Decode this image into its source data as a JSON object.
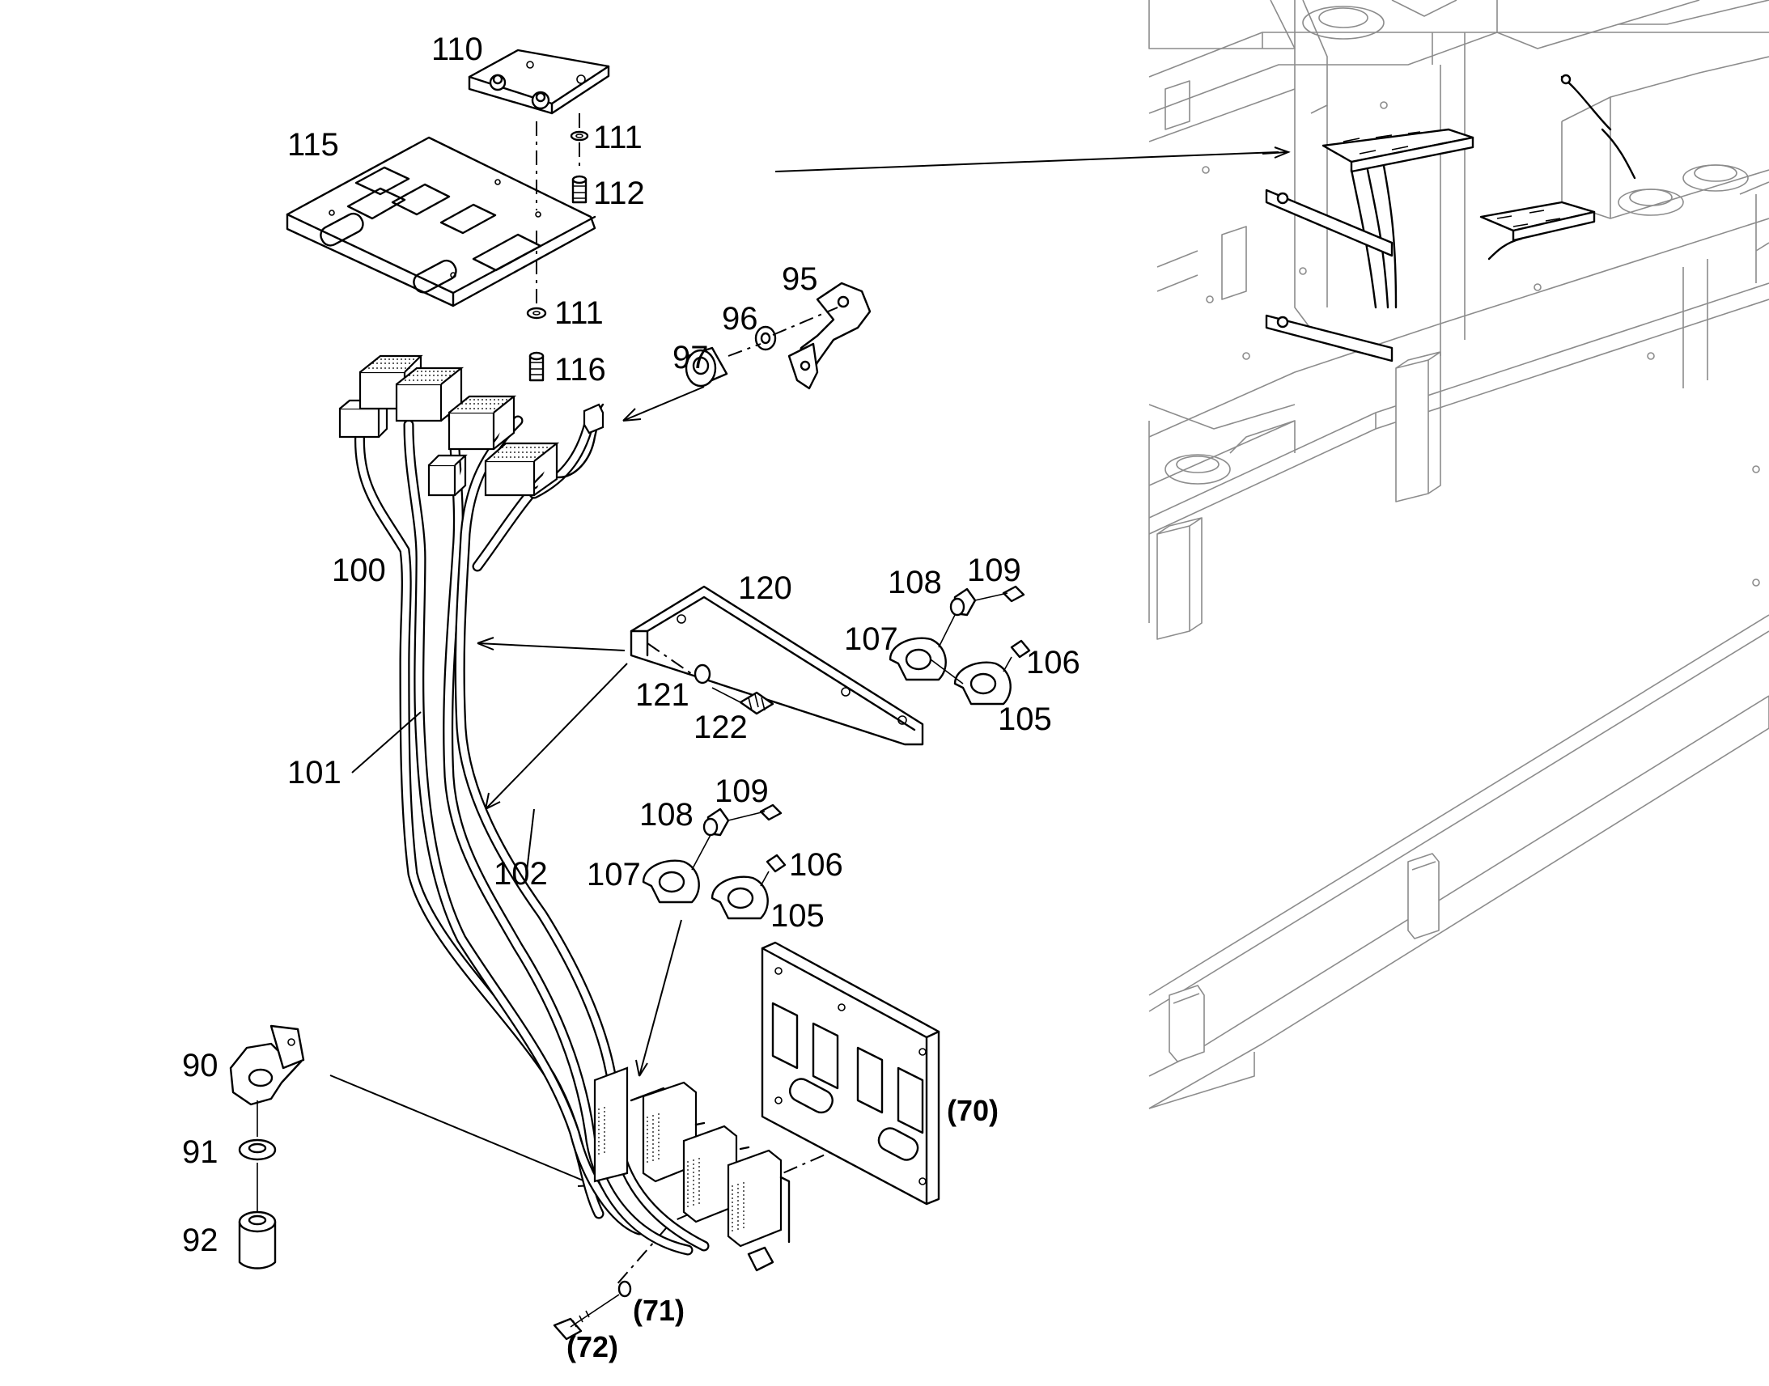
{
  "callouts": {
    "c110": "110",
    "c115": "115",
    "c111a": "111",
    "c112": "112",
    "c111b": "111",
    "c116": "116",
    "c95": "95",
    "c96": "96",
    "c97": "97",
    "c100": "100",
    "c120": "120",
    "c108a": "108",
    "c109a": "109",
    "c107a": "107",
    "c106a": "106",
    "c105a": "105",
    "c121": "121",
    "c122": "122",
    "c101": "101",
    "c102": "102",
    "c108b": "108",
    "c109b": "109",
    "c107b": "107",
    "c106b": "106",
    "c105b": "105",
    "c90": "90",
    "c91": "91",
    "c92": "92",
    "c70": "(70)",
    "c71": "(71)",
    "c72": "(72)"
  },
  "colors": {
    "line": "#000000",
    "context": "#8c8c8c",
    "background": "#ffffff"
  }
}
